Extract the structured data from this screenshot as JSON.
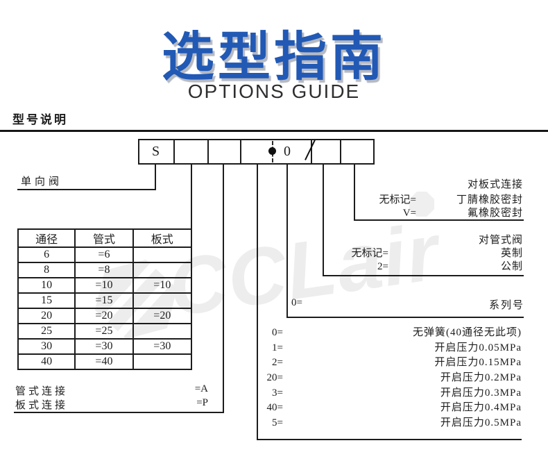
{
  "header": {
    "title_cn": "选型指南",
    "title_en": "OPTIONS GUIDE",
    "section_title": "型号说明"
  },
  "colors": {
    "title_blue": "#2159b5",
    "line_dark": "#1c1c1c",
    "watermark_gray": "#ededed"
  },
  "model_code": {
    "prefix": "S",
    "series_char": "0",
    "dot_icon": "●",
    "slash_icon": "/"
  },
  "callouts": {
    "check_valve": {
      "label": "单向阀"
    },
    "seal": {
      "header": "对板式连接",
      "options": [
        {
          "key": "无标记=",
          "desc": "丁腈橡胶密封"
        },
        {
          "key": "V=",
          "desc": "氟橡胶密封"
        }
      ]
    },
    "standard": {
      "header": "对管式阀",
      "options": [
        {
          "key": "无标记=",
          "desc": "英制"
        },
        {
          "key": "2=",
          "desc": "公制"
        }
      ]
    },
    "series": {
      "key": "0=",
      "desc": "系列号"
    },
    "spring": {
      "options": [
        {
          "key": "0=",
          "desc": "无弹簧(40通径无此项)"
        },
        {
          "key": "1=",
          "desc": "开启压力0.05MPa"
        },
        {
          "key": "2=",
          "desc": "开启压力0.15MPa"
        },
        {
          "key": "20=",
          "desc": "开启压力0.2MPa"
        },
        {
          "key": "3=",
          "desc": "开启压力0.3MPa"
        },
        {
          "key": "40=",
          "desc": "开启压力0.4MPa"
        },
        {
          "key": "5=",
          "desc": "开启压力0.5MPa"
        }
      ]
    },
    "connection": {
      "rows": [
        {
          "label": "管式连接",
          "code": "=A"
        },
        {
          "label": "板式连接",
          "code": "=P"
        }
      ]
    }
  },
  "diameter_table": {
    "headers": [
      "通径",
      "管式",
      "板式"
    ],
    "rows": [
      [
        "6",
        "=6",
        ""
      ],
      [
        "8",
        "=8",
        ""
      ],
      [
        "10",
        "=10",
        "=10"
      ],
      [
        "15",
        "=15",
        ""
      ],
      [
        "20",
        "=20",
        "=20"
      ],
      [
        "25",
        "=25",
        ""
      ],
      [
        "30",
        "=30",
        "=30"
      ],
      [
        "40",
        "=40",
        ""
      ]
    ]
  },
  "watermark": {
    "text": "CCLair"
  }
}
